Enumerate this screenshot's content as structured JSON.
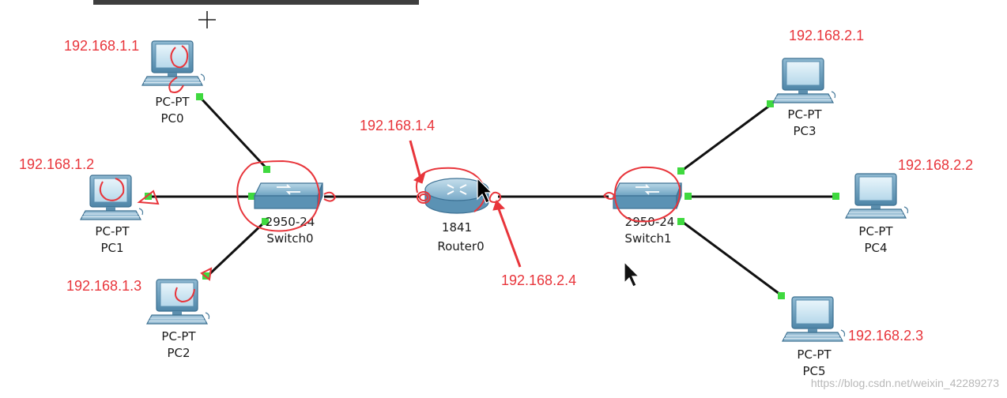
{
  "colors": {
    "cable": "#111111",
    "port_up": "#3fd93f",
    "annotation": "#e8353b",
    "device_body": "#6fa5c4"
  },
  "devices": {
    "pc0": {
      "type": "PC-PT",
      "name": "PC0",
      "ip": "192.168.1.1",
      "icon": "computer-icon"
    },
    "pc1": {
      "type": "PC-PT",
      "name": "PC1",
      "ip": "192.168.1.2",
      "icon": "computer-icon"
    },
    "pc2": {
      "type": "PC-PT",
      "name": "PC2",
      "ip": "192.168.1.3",
      "icon": "computer-icon"
    },
    "pc3": {
      "type": "PC-PT",
      "name": "PC3",
      "ip": "192.168.2.1",
      "icon": "computer-icon"
    },
    "pc4": {
      "type": "PC-PT",
      "name": "PC4",
      "ip": "192.168.2.2",
      "icon": "computer-icon"
    },
    "pc5": {
      "type": "PC-PT",
      "name": "PC5",
      "ip": "192.168.2.3",
      "icon": "computer-icon"
    },
    "switch0": {
      "type": "2950-24",
      "name": "Switch0",
      "icon": "switch-icon"
    },
    "switch1": {
      "type": "2950-24",
      "name": "Switch1",
      "icon": "switch-icon"
    },
    "router0": {
      "type": "1841",
      "name": "Router0",
      "icon": "router-icon",
      "ip_left": "192.168.1.4",
      "ip_right": "192.168.2.4"
    }
  },
  "watermark": "https://blog.csdn.net/weixin_42289273"
}
